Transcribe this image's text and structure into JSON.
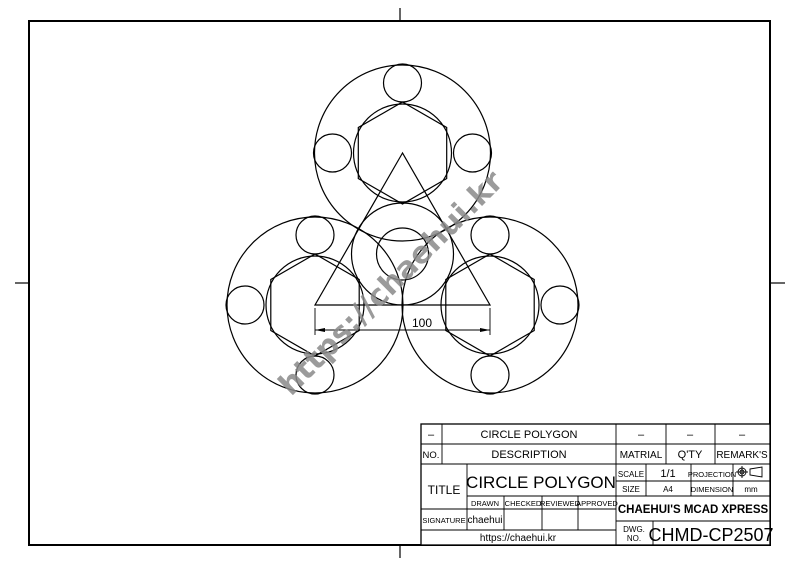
{
  "drawing": {
    "dimension_label": "100",
    "watermark": "https://chaehui.kr"
  },
  "title_block": {
    "row1": {
      "no": "–",
      "description": "CIRCLE POLYGON",
      "material": "–",
      "qty": "–",
      "remarks": "–"
    },
    "header": {
      "no": "NO.",
      "description": "DESCRIPTION",
      "material": "MATRIAL",
      "qty": "Q'TY",
      "remarks": "REMARK'S"
    },
    "title_label": "TITLE",
    "title": "CIRCLE POLYGON",
    "scale_label": "SCALE",
    "scale": "1/1",
    "projection_label": "PROJECTION",
    "projection_icon": "third-angle-projection-icon",
    "size_label": "SIZE",
    "size": "A4",
    "dimension_label": "DIMENSION",
    "dimension_unit": "mm",
    "roles": [
      "DRAWN",
      "CHECKED",
      "REVIEWED",
      "APPROVED"
    ],
    "signature_label": "SIGNATURE",
    "signatures": [
      "chaehui",
      "",
      "",
      ""
    ],
    "url": "https://chaehui.kr",
    "company": "CHAEHUI'S MCAD XPRESS",
    "dwg_no_label_1": "DWG.",
    "dwg_no_label_2": "NO.",
    "dwg_no": "CHMD-CP2507"
  }
}
